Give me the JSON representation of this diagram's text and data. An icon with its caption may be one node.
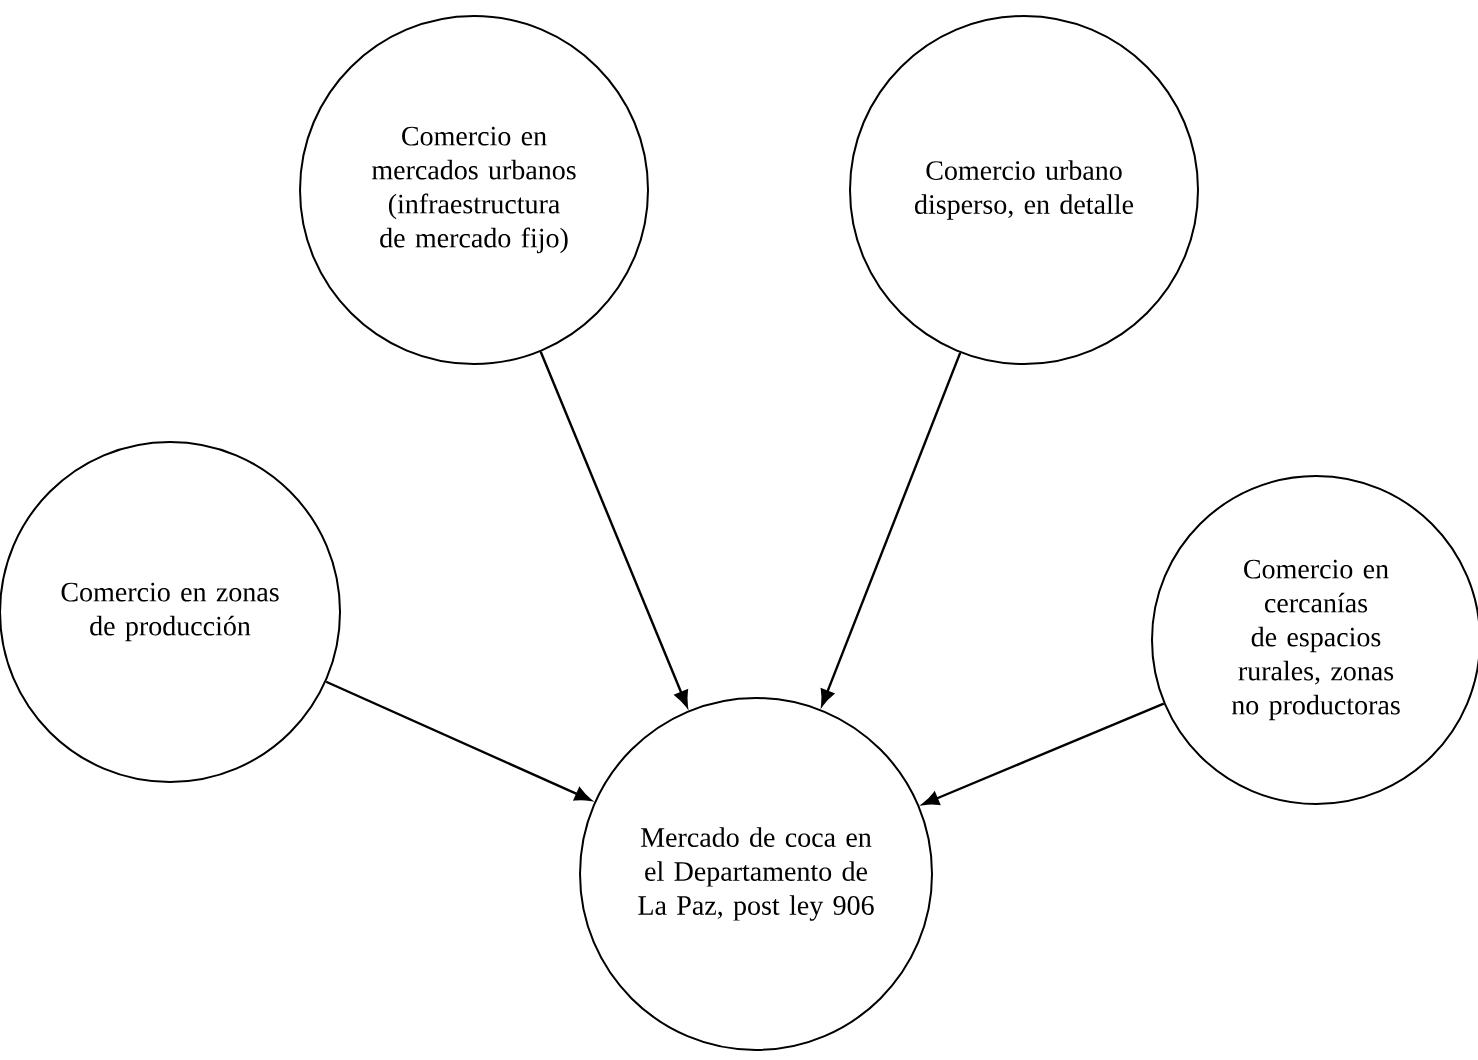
{
  "diagram": {
    "nodes": [
      {
        "text": [
          "Comercio en mercados urbanos (infraestructura de mercado fijo)"
        ]
      },
      {
        "text": [
          "Comercio urbano disperso, en detalle"
        ]
      },
      {
        "text": [
          "Comercio en zonas de producción"
        ]
      },
      {
        "text": [
          "Comercio en cercanías de espacios rurales, zonas no productoras"
        ]
      },
      {
        "text": [
          "Mercado de coca en el Departamento de La Paz, post ley 906"
        ]
      }
    ],
    "edges": [
      {
        "from": 0,
        "to": 4,
        "arrow": "to"
      },
      {
        "from": 1,
        "to": 4,
        "arrow": "to"
      },
      {
        "from": 2,
        "to": 4,
        "arrow": "to"
      },
      {
        "from": 3,
        "to": 4,
        "arrow": "to"
      }
    ]
  }
}
